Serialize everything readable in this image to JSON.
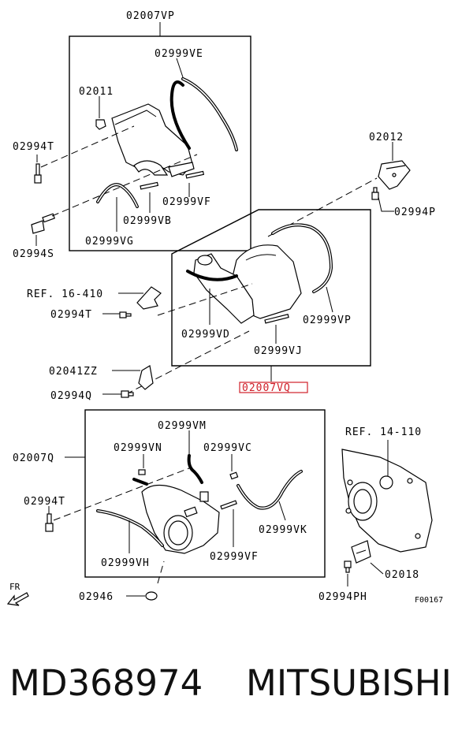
{
  "labels": {
    "vp_top": "02007VP",
    "ve": "02999VE",
    "c02011": "02011",
    "t_top": "02994T",
    "s": "02994S",
    "vf_top": "02999VF",
    "vb": "02999VB",
    "vg": "02999VG",
    "c02012": "02012",
    "p": "02994P",
    "ref16": "REF. 16-410",
    "t_mid": "02994T",
    "vd": "02999VD",
    "vp_mid": "02999VP",
    "vj": "02999VJ",
    "zz": "02041ZZ",
    "q": "02994Q",
    "vq": "02007VQ",
    "vm": "02999VM",
    "vq_left": "02007Q",
    "vn": "02999VN",
    "vc": "02999VC",
    "ref14": "REF. 14-110",
    "t_low": "02994T",
    "vk": "02999VK",
    "vh": "02999VH",
    "vf_low": "02999VF",
    "c02018": "02018",
    "c02946": "02946",
    "ph": "02994PH",
    "fr": "FR",
    "fig": "F00167"
  },
  "footer": {
    "part_number": "MD368974",
    "brand": "MITSUBISHI"
  },
  "colors": {
    "highlight": "#d0202a",
    "line": "#000000"
  }
}
